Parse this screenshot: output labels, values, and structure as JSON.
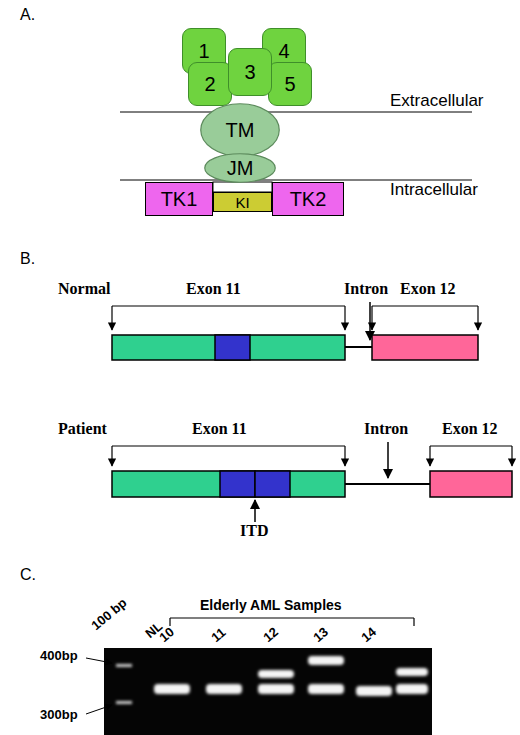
{
  "diagram": {
    "nodes": [
      {
        "text": [
          "1"
        ]
      },
      {
        "text": [
          "4"
        ]
      },
      {
        "text": [
          "2"
        ]
      },
      {
        "text": [
          "5"
        ]
      },
      {
        "text": [
          "3"
        ]
      },
      {
        "text": [
          "TM"
        ]
      },
      {
        "text": [
          "JM"
        ]
      },
      {
        "text": [
          "TK1"
        ]
      },
      {
        "text": [
          "KI"
        ]
      },
      {
        "text": [
          "TK2"
        ]
      }
    ],
    "labels": [
      "A.",
      "Extracellular",
      "Intracellular",
      "B.",
      "Normal",
      "Exon 11",
      "Intron",
      "Exon 12",
      "Patient",
      "Exon 11",
      "Intron",
      "Exon 12",
      "ITD",
      "C.",
      "100 bp",
      "NL",
      "Elderly AML Samples",
      "10",
      "11",
      "12",
      "13",
      "14",
      "400bp",
      "300bp"
    ]
  }
}
